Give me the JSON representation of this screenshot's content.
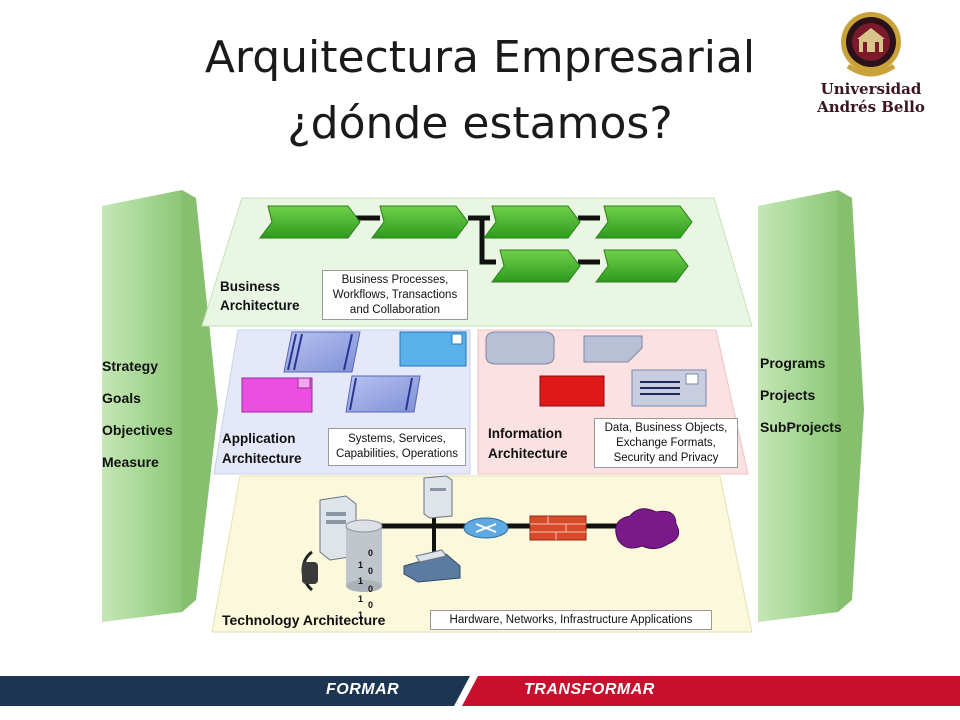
{
  "title": {
    "line1": "Arquitectura Empresarial",
    "line2": "¿dónde estamos?"
  },
  "logo": {
    "line1": "Universidad",
    "line2": "Andrés Bello",
    "colors": {
      "ring": "#c9a23a",
      "inner": "#7a1a2a"
    }
  },
  "left_column": {
    "items": [
      "Strategy",
      "Goals",
      "Objectives",
      "Measure"
    ]
  },
  "right_column": {
    "items": [
      "Programs",
      "Projects",
      "SubProjects"
    ]
  },
  "layers": {
    "business": {
      "title_line1": "Business",
      "title_line2": "Architecture",
      "desc_line1": "Business Processes,",
      "desc_line2": "Workflows, Transactions",
      "desc_line3": "and Collaboration"
    },
    "application": {
      "title_line1": "Application",
      "title_line2": "Architecture",
      "desc_line1": "Systems, Services,",
      "desc_line2": "Capabilities, Operations"
    },
    "information": {
      "title_line1": "Information",
      "title_line2": "Architecture",
      "desc_line1": "Data, Business Objects,",
      "desc_line2": "Exchange Formats,",
      "desc_line3": "Security and Privacy"
    },
    "technology": {
      "title": "Technology Architecture",
      "desc": "Hardware, Networks, Infrastructure Applications"
    }
  },
  "binary_digits": [
    "0",
    "1",
    "0",
    "1",
    "0",
    "1",
    "0",
    "1"
  ],
  "footer": {
    "left": "FORMAR",
    "right": "TRANSFORMAR",
    "colors": {
      "left": "#1c3550",
      "right": "#c8102e"
    }
  },
  "colors": {
    "green_layer": "#e9f6e4",
    "blue_layer": "#e4e8f8",
    "red_layer": "#fbe1e1",
    "yellow_layer": "#fbf8dc",
    "side_green": "#9fd18a"
  }
}
